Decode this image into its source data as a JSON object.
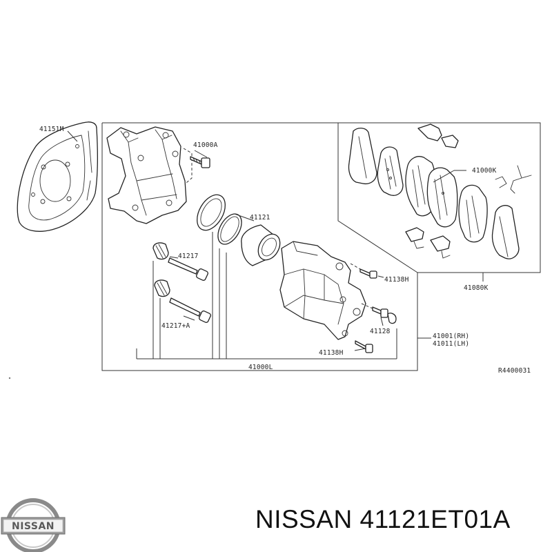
{
  "diagram": {
    "labels": {
      "shield": "41151M",
      "bolt": "41000A",
      "pad_kit": "41000K",
      "seal": "41121",
      "pin_upper": "41217",
      "pin_lower": "41217+A",
      "bleeder_upper": "41138H",
      "bleeder_lower": "41138H",
      "cap": "41128",
      "caliper_rh": "41001(RH)",
      "caliper_lh": "41011(LH)",
      "caliper_assy": "41000L",
      "pad_assy": "41080K",
      "ref_code": "R4400031"
    }
  },
  "footer": {
    "logo_text": "NISSAN",
    "title": "NISSAN 41121ET01A"
  }
}
